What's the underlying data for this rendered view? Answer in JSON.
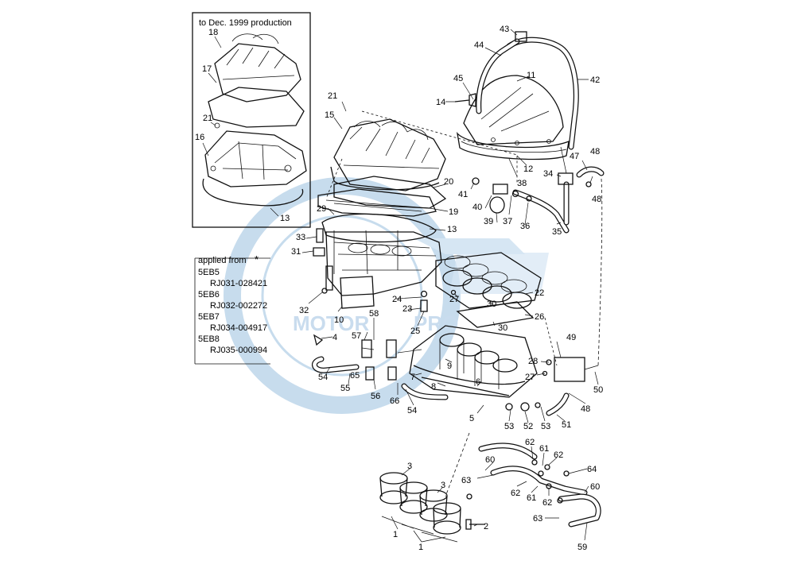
{
  "inset": {
    "caption": "to Dec. 1999 production",
    "labels": [
      "18",
      "17",
      "21",
      "16",
      "13"
    ]
  },
  "applied_note": {
    "title": "applied from",
    "mark": "*",
    "lines": [
      "5EB5",
      "RJ031-028421",
      "5EB6",
      "RJ032-002272",
      "5EB7",
      "RJ034-004917",
      "5EB8",
      "RJ035-000994"
    ]
  },
  "watermark": {
    "text": "MOTOR",
    "tail": "PRO"
  },
  "callouts": {
    "n43": "43",
    "n44": "44",
    "n45": "45",
    "n14": "14",
    "n11": "11",
    "n42": "42",
    "n12": "12",
    "n34": "34",
    "n47": "47",
    "n48a": "48",
    "n48b": "48",
    "n21": "21",
    "n15": "15",
    "n20": "20",
    "n19": "19",
    "n29": "29",
    "n13": "13",
    "n41": "41",
    "n40": "40",
    "n38": "38",
    "n39": "39",
    "n37": "37",
    "n36": "36",
    "n35": "35",
    "n33": "33",
    "n31": "31",
    "n32": "32",
    "n10": "10",
    "n22": "22",
    "n27a": "27",
    "n30a": "30",
    "n26": "26",
    "n24": "24",
    "n23": "23",
    "n25": "25",
    "n30b": "30",
    "n58": "58",
    "n57": "57",
    "n4": "4",
    "n54a": "54",
    "n55": "55",
    "n65": "65",
    "n56": "56",
    "n66": "66",
    "n9": "9",
    "n7": "7",
    "n8": "8",
    "n6": "6",
    "n54b": "54",
    "n5": "5",
    "n49": "49",
    "n28": "28",
    "n27b": "27",
    "n50": "50",
    "n48c": "48",
    "n51": "51",
    "n53a": "53",
    "n52": "52",
    "n53b": "53",
    "n62a": "62",
    "n61a": "61",
    "n62b": "62",
    "n64": "64",
    "n60a": "60",
    "n63a": "63",
    "n62c": "62",
    "n61b": "61",
    "n62d": "62",
    "n60b": "60",
    "n63b": "63",
    "n59": "59",
    "n3a": "3",
    "n3b": "3",
    "n2": "2",
    "n1a": "1",
    "n1b": "1"
  }
}
